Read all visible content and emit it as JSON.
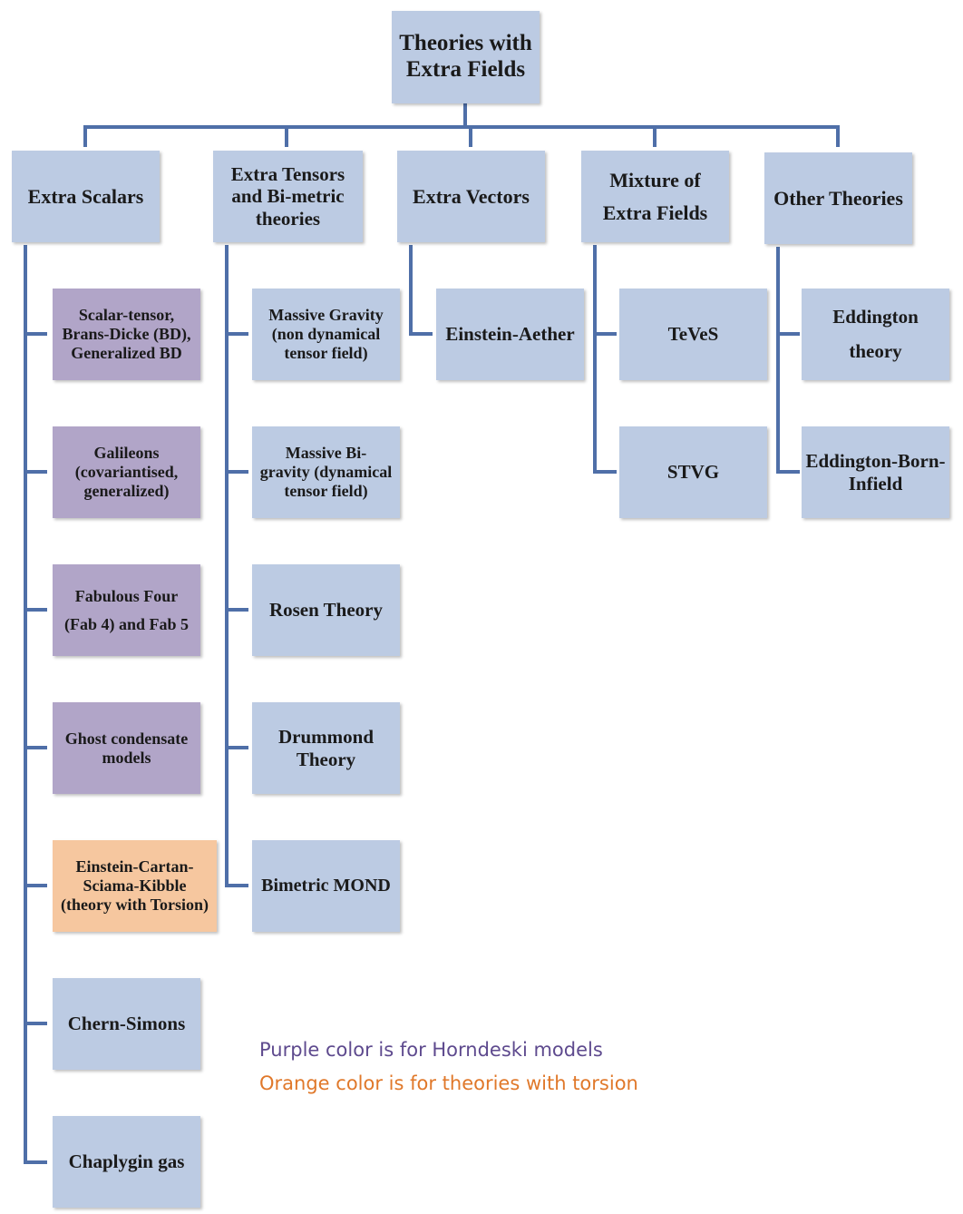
{
  "diagram": {
    "root": {
      "label": "Theories with\nExtra Fields"
    },
    "categories": [
      {
        "label": "Extra Scalars"
      },
      {
        "label": "Extra Tensors\nand Bi-metric\ntheories"
      },
      {
        "label": "Extra Vectors"
      },
      {
        "label": "Mixture of\nExtra Fields"
      },
      {
        "label": "Other Theories"
      }
    ],
    "scalars": [
      {
        "label": "Scalar-tensor,\nBrans-Dicke (BD),\nGeneralized BD",
        "color": "purple"
      },
      {
        "label": "Galileons\n(covariantised,\ngeneralized)",
        "color": "purple"
      },
      {
        "label": "Fabulous Four\n(Fab 4) and Fab 5",
        "color": "purple"
      },
      {
        "label": "Ghost condensate\nmodels",
        "color": "purple"
      },
      {
        "label": "Einstein-Cartan-\nSciama-Kibble\n(theory with Torsion)",
        "color": "orange"
      },
      {
        "label": "Chern-Simons",
        "color": "blue"
      },
      {
        "label": "Chaplygin gas",
        "color": "blue"
      }
    ],
    "tensors": [
      {
        "label": "Massive Gravity\n(non dynamical\ntensor field)"
      },
      {
        "label": "Massive Bi-\ngravity (dynamical\ntensor field)"
      },
      {
        "label": "Rosen Theory"
      },
      {
        "label": "Drummond\nTheory"
      },
      {
        "label": "Bimetric MOND"
      }
    ],
    "vectors": [
      {
        "label": "Einstein-Aether"
      }
    ],
    "mixture": [
      {
        "label": "TeVeS"
      },
      {
        "label": "STVG"
      }
    ],
    "other": [
      {
        "label": "Eddington\ntheory"
      },
      {
        "label": "Eddington-Born-\nInfield"
      }
    ]
  },
  "legend": {
    "purple_note": "Purple color is for Horndeski models",
    "orange_note": "Orange color is for theories with torsion"
  },
  "colors": {
    "blue_box": "#bccbe3",
    "purple_box": "#b1a5c8",
    "orange_box": "#f6c79f",
    "connector": "#4f6fa8",
    "legend_purple": "#5e4a8e",
    "legend_orange": "#e0782a"
  }
}
